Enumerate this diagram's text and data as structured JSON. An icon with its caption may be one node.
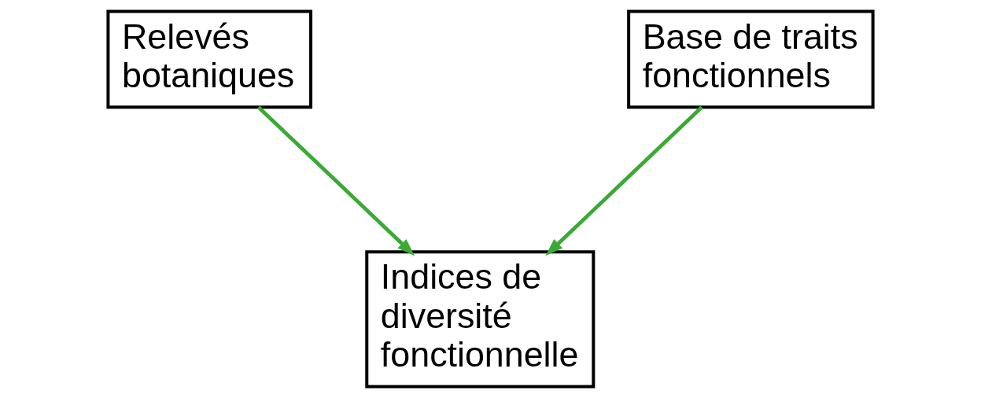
{
  "diagram": {
    "nodes": [
      {
        "text": [
          "Relevés botaniques"
        ]
      },
      {
        "text": [
          "Base de traits fonctionnels"
        ]
      },
      {
        "text": [
          "Indices de diversité fonctionnelle"
        ]
      }
    ],
    "edges": [
      {
        "from": 0,
        "to": 2,
        "arrow": "to"
      },
      {
        "from": 1,
        "to": 2,
        "arrow": "to"
      }
    ]
  }
}
